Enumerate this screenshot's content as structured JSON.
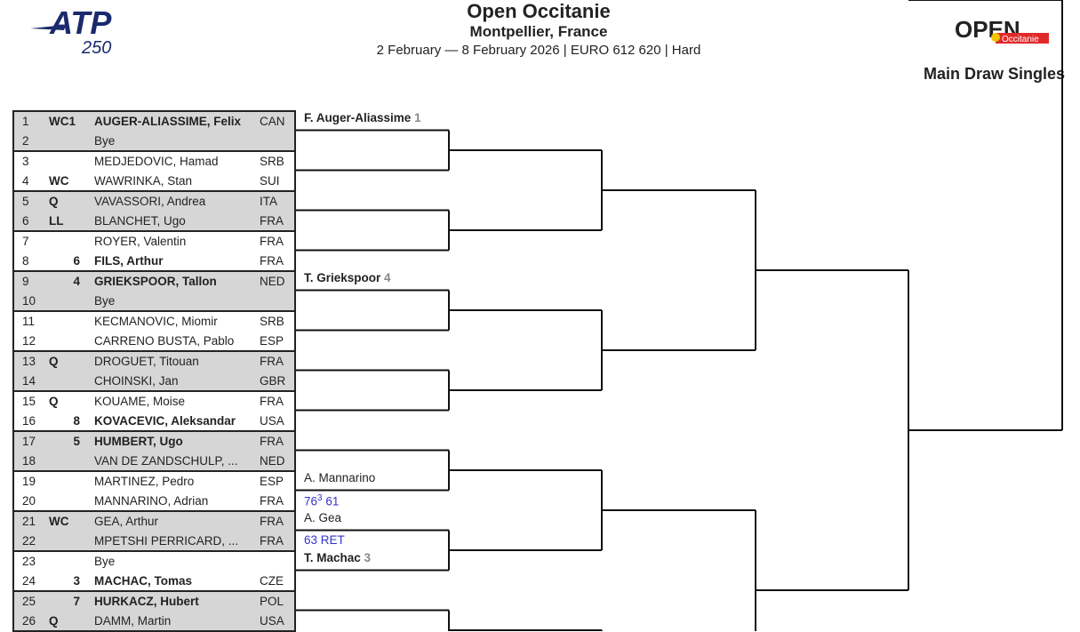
{
  "header": {
    "title": "Open Occitanie",
    "location": "Montpellier, France",
    "details": "2 February — 8 February 2026 | EURO 612 620 | Hard",
    "draw_type": "Main Draw Singles"
  },
  "logos": {
    "atp": "ATP",
    "atp_tier": "250",
    "open": "OPEN",
    "open_sub": "Occitanie"
  },
  "colors": {
    "score": "#3333cc",
    "shade": "#d6d6d6",
    "atp_navy": "#1a2a6c",
    "open_red": "#e02a2a"
  },
  "entries": [
    {
      "n": "1",
      "entry": "WC1",
      "seed": "",
      "name": "AUGER-ALIASSIME, Felix",
      "country": "CAN",
      "bold": true
    },
    {
      "n": "2",
      "entry": "",
      "seed": "",
      "name": "Bye",
      "country": "",
      "bold": false
    },
    {
      "n": "3",
      "entry": "",
      "seed": "",
      "name": "MEDJEDOVIC, Hamad",
      "country": "SRB",
      "bold": false
    },
    {
      "n": "4",
      "entry": "WC",
      "seed": "",
      "name": "WAWRINKA, Stan",
      "country": "SUI",
      "bold": false
    },
    {
      "n": "5",
      "entry": "Q",
      "seed": "",
      "name": "VAVASSORI, Andrea",
      "country": "ITA",
      "bold": false
    },
    {
      "n": "6",
      "entry": "LL",
      "seed": "",
      "name": "BLANCHET, Ugo",
      "country": "FRA",
      "bold": false
    },
    {
      "n": "7",
      "entry": "",
      "seed": "",
      "name": "ROYER, Valentin",
      "country": "FRA",
      "bold": false
    },
    {
      "n": "8",
      "entry": "",
      "seed": "6",
      "name": "FILS, Arthur",
      "country": "FRA",
      "bold": true
    },
    {
      "n": "9",
      "entry": "",
      "seed": "4",
      "name": "GRIEKSPOOR, Tallon",
      "country": "NED",
      "bold": true
    },
    {
      "n": "10",
      "entry": "",
      "seed": "",
      "name": "Bye",
      "country": "",
      "bold": false
    },
    {
      "n": "11",
      "entry": "",
      "seed": "",
      "name": "KECMANOVIC, Miomir",
      "country": "SRB",
      "bold": false
    },
    {
      "n": "12",
      "entry": "",
      "seed": "",
      "name": "CARRENO BUSTA, Pablo",
      "country": "ESP",
      "bold": false
    },
    {
      "n": "13",
      "entry": "Q",
      "seed": "",
      "name": "DROGUET, Titouan",
      "country": "FRA",
      "bold": false
    },
    {
      "n": "14",
      "entry": "",
      "seed": "",
      "name": "CHOINSKI, Jan",
      "country": "GBR",
      "bold": false
    },
    {
      "n": "15",
      "entry": "Q",
      "seed": "",
      "name": "KOUAME, Moise",
      "country": "FRA",
      "bold": false
    },
    {
      "n": "16",
      "entry": "",
      "seed": "8",
      "name": "KOVACEVIC, Aleksandar",
      "country": "USA",
      "bold": true
    },
    {
      "n": "17",
      "entry": "",
      "seed": "5",
      "name": "HUMBERT, Ugo",
      "country": "FRA",
      "bold": true
    },
    {
      "n": "18",
      "entry": "",
      "seed": "",
      "name": "VAN DE ZANDSCHULP, ...",
      "country": "NED",
      "bold": false
    },
    {
      "n": "19",
      "entry": "",
      "seed": "",
      "name": "MARTINEZ, Pedro",
      "country": "ESP",
      "bold": false
    },
    {
      "n": "20",
      "entry": "",
      "seed": "",
      "name": "MANNARINO, Adrian",
      "country": "FRA",
      "bold": false
    },
    {
      "n": "21",
      "entry": "WC",
      "seed": "",
      "name": "GEA, Arthur",
      "country": "FRA",
      "bold": false
    },
    {
      "n": "22",
      "entry": "",
      "seed": "",
      "name": "MPETSHI PERRICARD, ...",
      "country": "FRA",
      "bold": false
    },
    {
      "n": "23",
      "entry": "",
      "seed": "",
      "name": "Bye",
      "country": "",
      "bold": false
    },
    {
      "n": "24",
      "entry": "",
      "seed": "3",
      "name": "MACHAC, Tomas",
      "country": "CZE",
      "bold": true
    },
    {
      "n": "25",
      "entry": "",
      "seed": "7",
      "name": "HURKACZ, Hubert",
      "country": "POL",
      "bold": true
    },
    {
      "n": "26",
      "entry": "Q",
      "seed": "",
      "name": "DAMM, Martin",
      "country": "USA",
      "bold": false
    }
  ],
  "round2": [
    {
      "box": 0,
      "name": "F. Auger-Aliassime",
      "seed": "1",
      "bold": true,
      "score": ""
    },
    {
      "box": 4,
      "name": "T. Griekspoor",
      "seed": "4",
      "bold": true,
      "score": ""
    },
    {
      "box": 9,
      "name": "A. Mannarino",
      "seed": "",
      "bold": false,
      "score": "76",
      "score_sup": "3",
      "score_rest": " 61"
    },
    {
      "box": 10,
      "name": "A. Gea",
      "seed": "",
      "bold": false,
      "score": "63 RET",
      "score_sup": "",
      "score_rest": ""
    },
    {
      "box": 11,
      "name": "T. Machac",
      "seed": "3",
      "bold": true,
      "score": ""
    }
  ]
}
